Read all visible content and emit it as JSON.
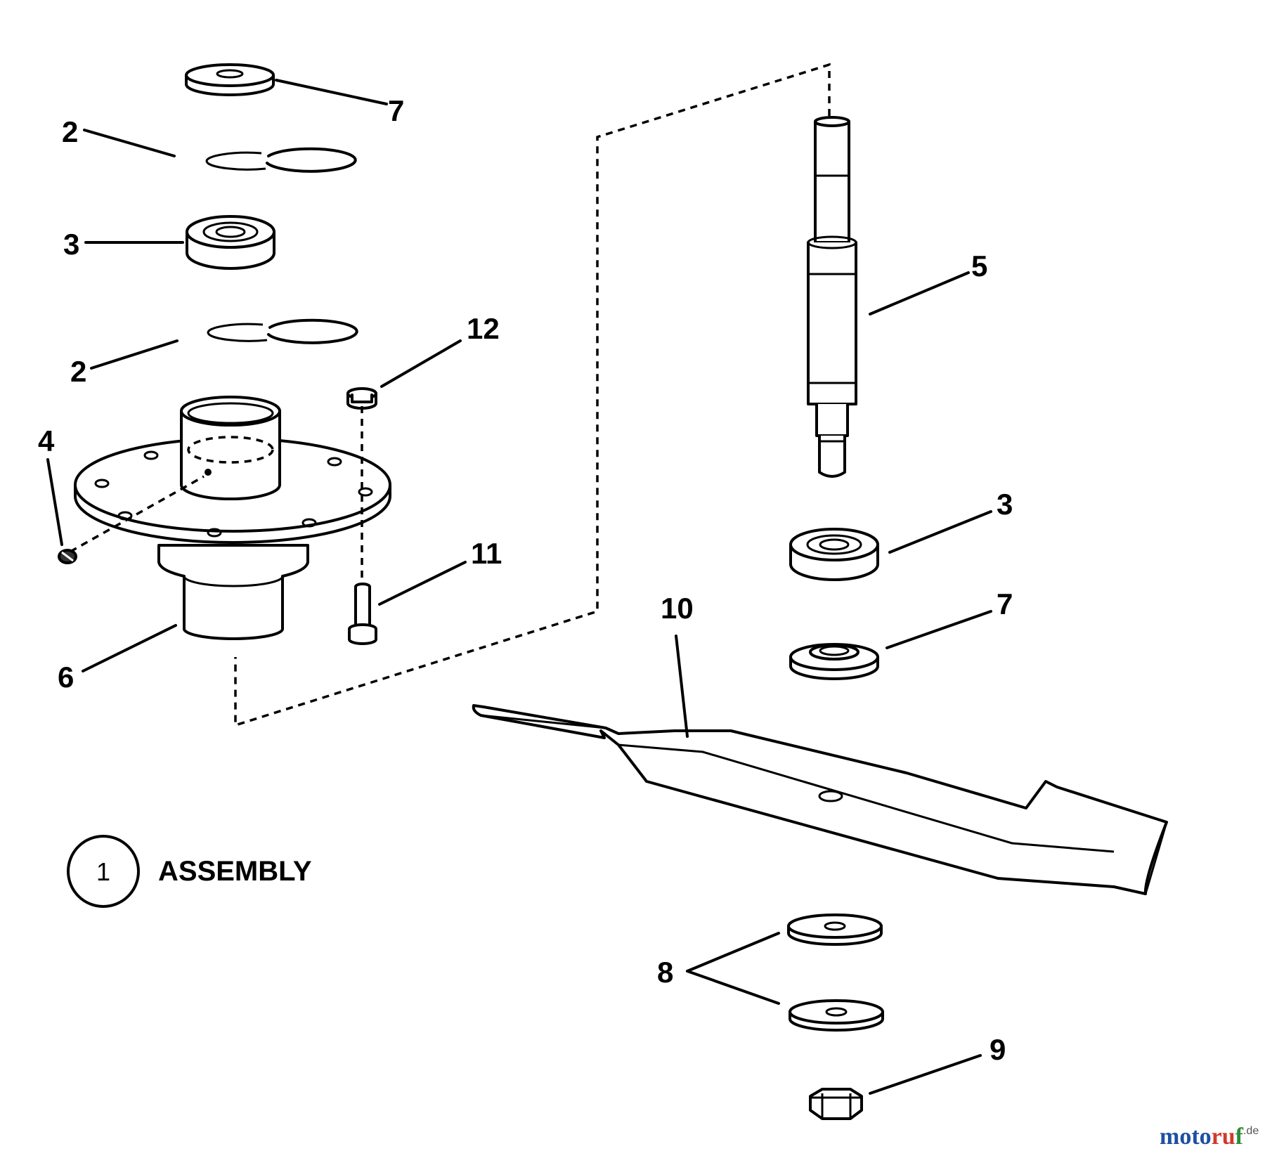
{
  "diagram": {
    "callouts": {
      "c_7_top": "7",
      "c_2_top": "2",
      "c_3_left": "3",
      "c_2_bottom": "2",
      "c_12": "12",
      "c_4": "4",
      "c_11": "11",
      "c_6": "6",
      "c_5": "5",
      "c_3_right": "3",
      "c_10": "10",
      "c_7_right": "7",
      "c_8": "8",
      "c_9": "9"
    },
    "assembly": {
      "number": "1",
      "label": "ASSEMBLY"
    },
    "watermark": {
      "part1": "moto",
      "part2": "ru",
      "part3": "f",
      "tld": ".de"
    }
  }
}
